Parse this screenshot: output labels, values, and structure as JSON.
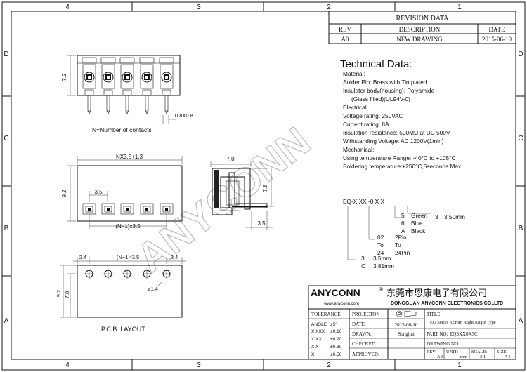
{
  "grid": {
    "top_cols": [
      "4",
      "3",
      "2",
      "1"
    ],
    "bottom_cols": [
      "4",
      "3",
      "2",
      "1"
    ],
    "left_rows": [
      "D",
      "C",
      "B",
      "A"
    ],
    "right_rows": [
      "D",
      "C",
      "B",
      "A"
    ]
  },
  "revision": {
    "title": "REVISION DATA",
    "headers": [
      "REV",
      "DESCRIPTION",
      "DATE"
    ],
    "row": [
      "A0",
      "NEW DRAWING",
      "2015-06-10"
    ]
  },
  "tech": {
    "heading": "Technical Data:",
    "lines": [
      "Material:",
      "Solder Pin: Brass with Tin plated",
      "Insulator body(housing): Polyamide",
      "(Glass filled)(UL94V-0)",
      "Electrical",
      "Voltage rating: 250VAC",
      "Current rating: 8A.",
      "Insulation resistance: 500MΩ at DC 500V",
      "Withstanding Voltage: AC 1200V(1min)",
      "Mechanical:",
      "Using temperature Range: -40°C to +105°C",
      "Soldering temperature:+250°C,5seconds Max."
    ]
  },
  "watermark": "ANYCONN",
  "views": {
    "front_height": "7.2",
    "pin_size": "0.8X0.8",
    "contacts_note": "N=Number of contacts",
    "width_dim": "NX3.5+1.3",
    "height_9_2": "9.2",
    "pitch_3_5": "3.5",
    "span_dim": "(N−1)x3.5",
    "side_width": "7.0",
    "side_height": "7.8",
    "side_pitch": "3.5",
    "pcb_left": "2.4",
    "pcb_span": "(N−1)*3.5",
    "pcb_right": "2.4",
    "pcb_hole": "ø1.4",
    "pcb_h1": "9.2",
    "pcb_h2": "7.8",
    "pcb_label": "P.C.B. LAYOUT"
  },
  "part_code": {
    "code": "EQ-X  XX  -0  X  X",
    "color_options": [
      {
        "code": "5",
        "label": "Green"
      },
      {
        "code": "6",
        "label": "Blue"
      },
      {
        "code": "A",
        "label": "Black"
      }
    ],
    "pitch_opt": {
      "code": "3",
      "label": "3.50mm"
    },
    "pins": [
      {
        "code": "02",
        "label": "2Pin"
      },
      {
        "code": "To",
        "label": "To"
      },
      {
        "code": "24",
        "label": "24Pin"
      }
    ],
    "series_pitch": [
      {
        "code": "3",
        "label": "3.5mm"
      },
      {
        "code": "C",
        "label": "3.81mm"
      }
    ]
  },
  "title_block": {
    "brand": "ANYCONN",
    "reg": "®",
    "brand_cn": "东莞市恩康电子有限公司",
    "website": "www.anyconn.com",
    "company_en": "DONGGUAN  ANYCONN  ELECTRONICS CO.,LTD",
    "tolerance": "TOLERANCE",
    "tol_rows": [
      {
        "k": "ANGLE",
        "v": "±5°"
      },
      {
        "k": "X.XXX",
        "v": "±0.10"
      },
      {
        "k": "X.XX",
        "v": "±0.20"
      },
      {
        "k": "X.X",
        "v": "±0.30"
      },
      {
        "k": "X.",
        "v": "±0.50"
      }
    ],
    "projection": "PROJECTON",
    "title_label": "TITLE:",
    "title_value": "EQ Series 3.5mm  Right Angle Type",
    "date_label": "DATE:",
    "date_value": "2015-06-10",
    "part_no_label": "PART NO:",
    "part_no_value": "EQ3XX0X3C",
    "drawn_label": "DRAWN:",
    "drawn_value": "Songjun",
    "drawing_no_label": "DRAWING NO:",
    "checked_label": "CHECKED:",
    "approved_label": "APPROVED:",
    "rev_label": "REV:",
    "rev_value": "A0",
    "unit_label": "UNIT:",
    "unit_value": "mm",
    "scale_label": "SCALE:",
    "scale_value": "3:1",
    "size_label": "SIZE:",
    "size_value": "A4"
  }
}
